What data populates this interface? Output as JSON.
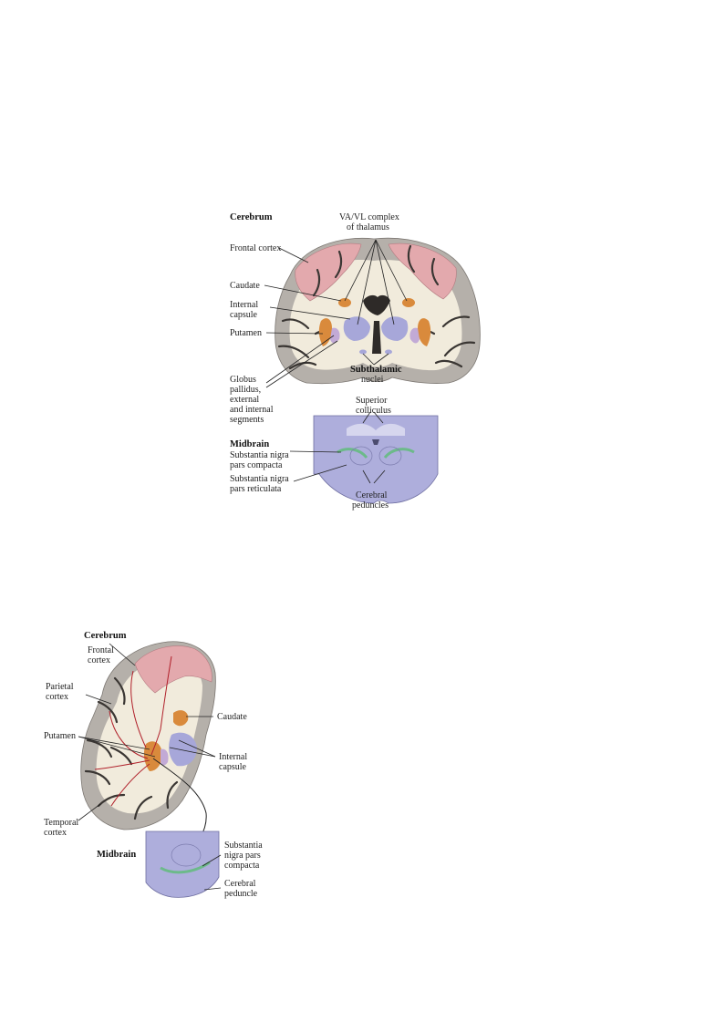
{
  "figure_top": {
    "cerebrum_heading": "Cerebrum",
    "midbrain_heading": "Midbrain",
    "labels": {
      "frontal_cortex": "Frontal cortex",
      "caudate": "Caudate",
      "internal_capsule": [
        "Internal",
        "capsule"
      ],
      "putamen": "Putamen",
      "globus_pallidus": [
        "Globus",
        "pallidus,",
        "external",
        "and internal",
        "segments"
      ],
      "va_vl_thalamus": [
        "VA/VL complex",
        "of thalamus"
      ],
      "subthalamic_nuclei": [
        "Subthalamic",
        "nuclei"
      ],
      "superior_colliculus": [
        "Superior",
        "colliculus"
      ],
      "sn_compacta": [
        "Substantia nigra",
        "pars compacta"
      ],
      "sn_reticulata": [
        "Substantia nigra",
        "pars reticulata"
      ],
      "cerebral_peduncles": [
        "Cerebral",
        "peduncles"
      ]
    }
  },
  "figure_bottom": {
    "cerebrum_heading": "Cerebrum",
    "midbrain_heading": "Midbrain",
    "labels": {
      "frontal_cortex": [
        "Frontal",
        "cortex"
      ],
      "parietal_cortex": [
        "Parietal",
        "cortex"
      ],
      "caudate": "Caudate",
      "putamen": "Putamen",
      "internal_capsule": [
        "Internal",
        "capsule"
      ],
      "temporal_cortex": [
        "Temporal",
        "cortex"
      ],
      "sn_compacta": [
        "Substantia",
        "nigra pars",
        "compacta"
      ],
      "cerebral_peduncle": [
        "Cerebral",
        "peduncle"
      ]
    }
  },
  "colors": {
    "gray_matter": "#b5b0aa",
    "white_matter": "#f1ebdc",
    "sulci": "#3a3633",
    "frontal_highlight": "#e3a9ad",
    "caudate_putamen": "#d98a3c",
    "thalamus": "#a7a7d9",
    "pallidus": "#c2aad6",
    "midbrain": "#aeaedc",
    "nigra_compacta": "#6cba8a",
    "pathway": "#b0202a"
  }
}
